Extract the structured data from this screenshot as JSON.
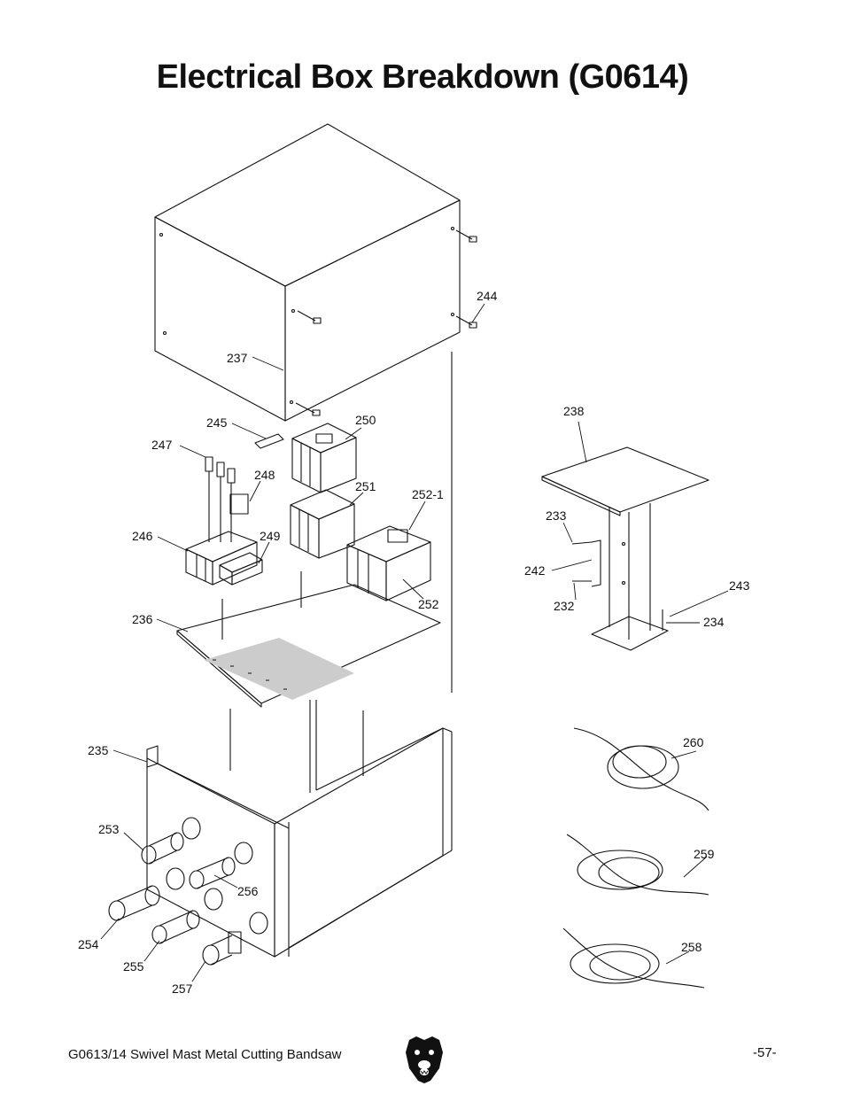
{
  "title": "Electrical Box Breakdown (G0614)",
  "footer": {
    "manual": "G0613/14 Swivel Mast Metal Cutting Bandsaw",
    "page": "-57-"
  },
  "logo": {
    "icon": "bear-head-icon"
  },
  "callouts": [
    "244",
    "237",
    "245",
    "250",
    "247",
    "248",
    "251",
    "252-1",
    "246",
    "249",
    "252",
    "236",
    "238",
    "233",
    "242",
    "232",
    "243",
    "234",
    "260",
    "235",
    "253",
    "259",
    "256",
    "254",
    "255",
    "257",
    "258"
  ]
}
